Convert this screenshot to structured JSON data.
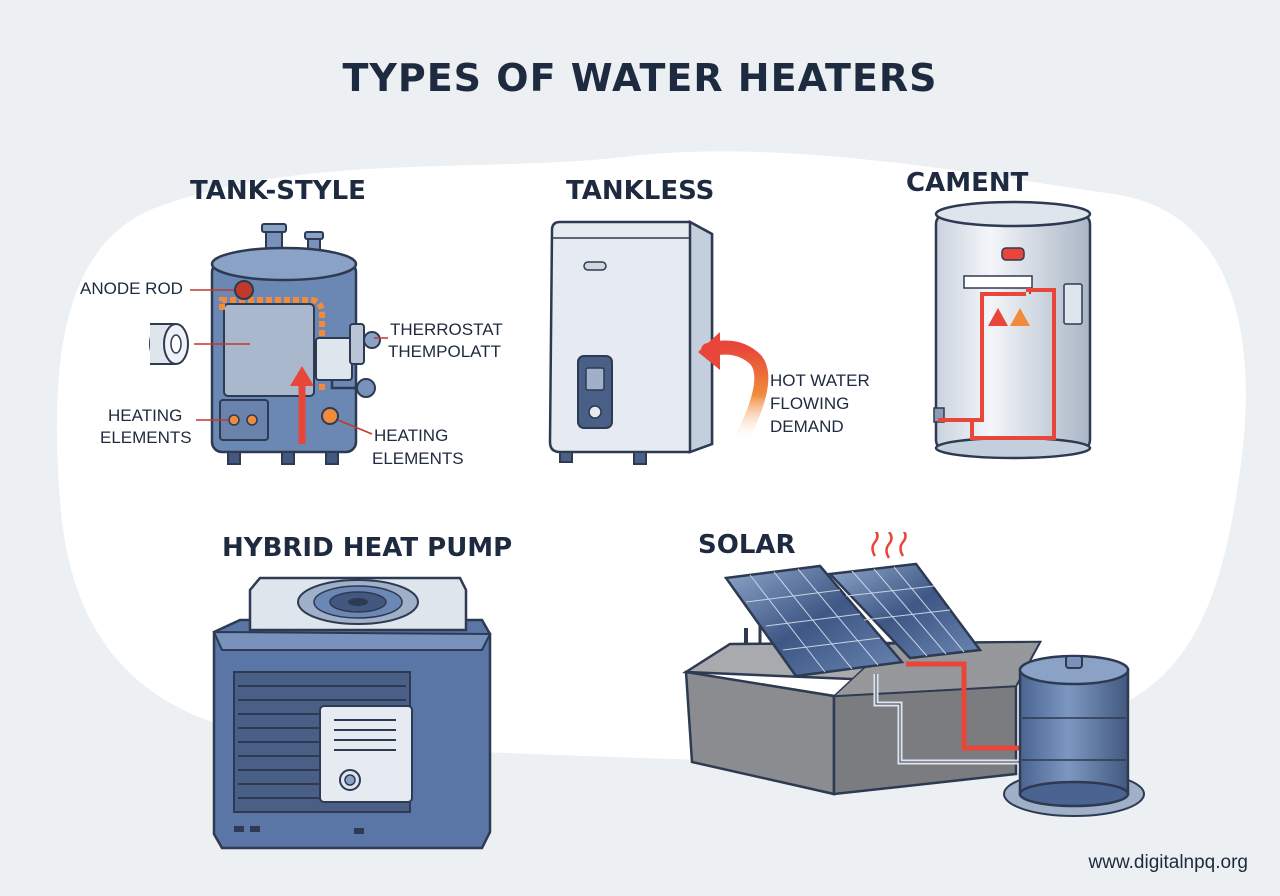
{
  "title": "TYPES OF WATER HEATERS",
  "sections": {
    "tank_style": {
      "title": "TANK-STYLE",
      "labels": {
        "anode_rod": "ANODE ROD",
        "thermostat_line1": "THERROSTAT",
        "thermostat_line2": "THEMPOLATT",
        "heating_left_line1": "HEATING",
        "heating_left_line2": "ELEMENTS",
        "heating_right_line1": "HEATING",
        "heating_right_line2": "ELEMENTS"
      }
    },
    "tankless": {
      "title": "TANKLESS",
      "labels": {
        "flow_line1": "HOT WATER",
        "flow_line2": "FLOWING",
        "flow_line3": "DEMAND"
      }
    },
    "cament": {
      "title": "CAMENT"
    },
    "hybrid_heat_pump": {
      "title": "HYBRID HEAT PUMP"
    },
    "solar": {
      "title": "SOLAR"
    }
  },
  "website": "www.digitalnpq.org",
  "colors": {
    "title": "#1d2a3f",
    "tank_blue": "#6b87b3",
    "tank_blue_dark": "#42587f",
    "accent_red": "#e8463a",
    "accent_orange": "#f08b3c",
    "panel_steel": "#dfe5ec",
    "box_gray": "#8a8c90"
  }
}
